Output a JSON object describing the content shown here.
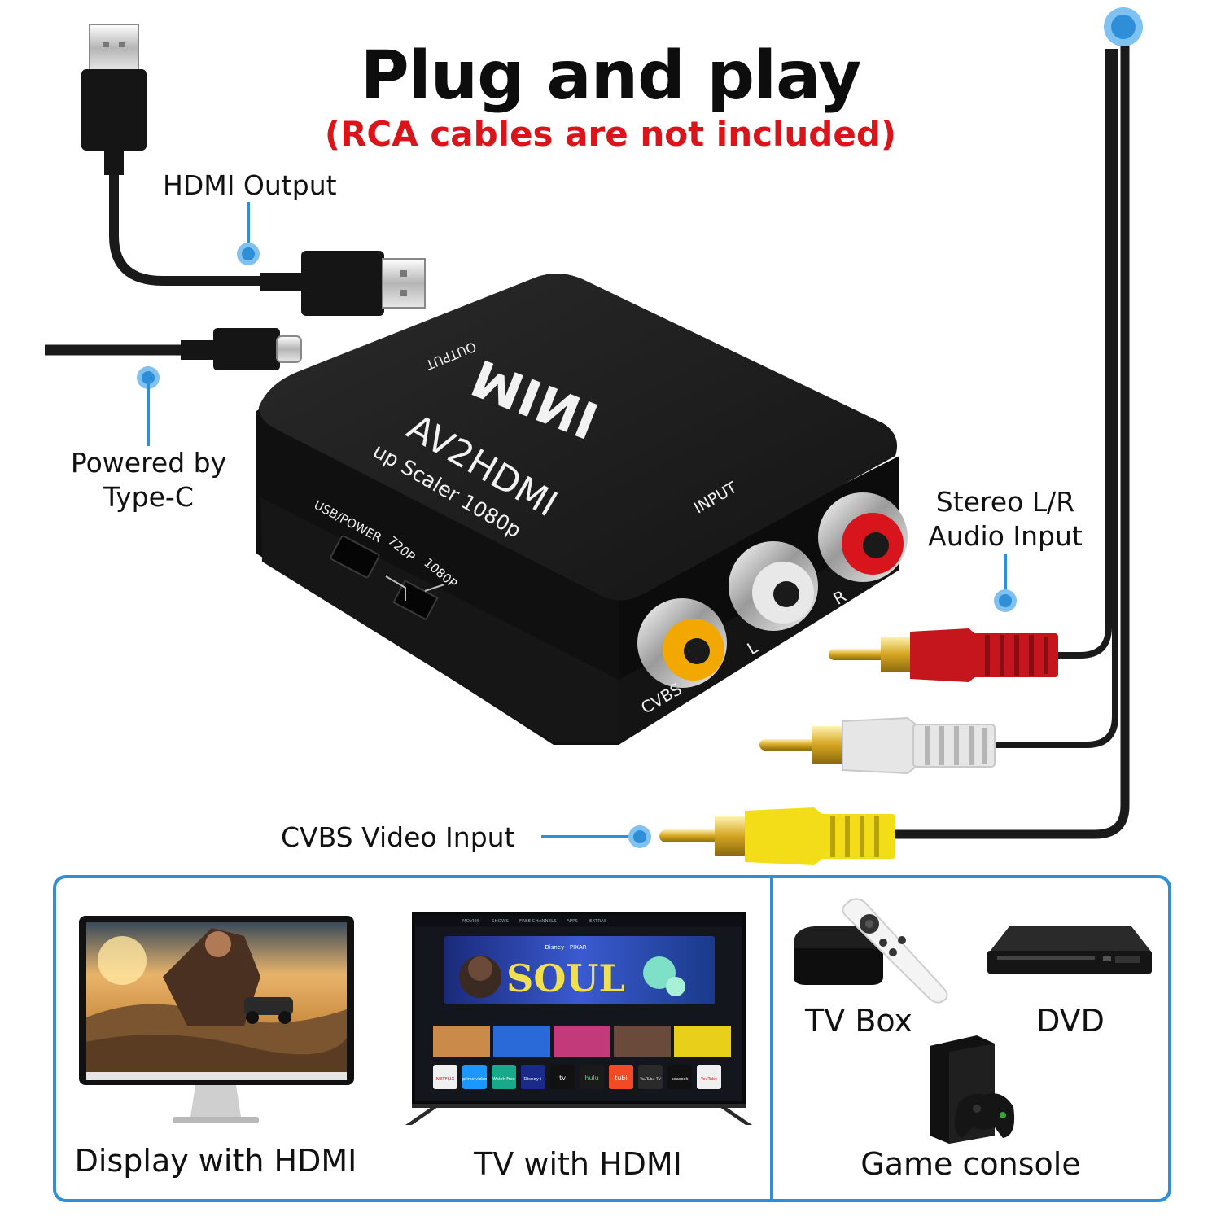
{
  "title": "Plug and play",
  "subtitle": "(RCA cables are not included)",
  "colors": {
    "accent_blue": "#2e8fd8",
    "subtitle_red": "#d9141b",
    "rca_red": "#c4161c",
    "rca_white": "#e6e6e6",
    "rca_yellow": "#f2dd18",
    "adapter_black": "#1b1b1b"
  },
  "callouts": {
    "hdmi_output": "HDMI Output",
    "powered_by_line1": "Powered by",
    "powered_by_line2": "Type-C",
    "stereo_line1": "Stereo L/R",
    "stereo_line2": "Audio Input",
    "cvbs_video": "CVBS Video Input"
  },
  "adapter": {
    "brand": "MINI",
    "model": "AV2HDMI",
    "tagline": "up Scaler 1080p",
    "output_label": "OUTPUT",
    "input_label": "INPUT",
    "usb_power_label": "USB/POWER",
    "switch_720": "720P",
    "switch_1080": "1080P",
    "jack_cvbs": "CVBS",
    "jack_l": "L",
    "jack_r": "R"
  },
  "devices": {
    "display_label": "Display with HDMI",
    "tv_label": "TV with HDMI",
    "tvbox_label": "TV Box",
    "dvd_label": "DVD",
    "console_label": "Game console"
  },
  "tv_screen": {
    "nav": [
      "MOVIES",
      "SHOWS",
      "FREE CHANNELS",
      "APPS",
      "EXTRAS"
    ],
    "banner_small": "Disney · PIXAR",
    "banner_title": "SOUL",
    "apps": [
      "NETFLIX",
      "prime video",
      "Watch Free",
      "Disney+",
      "tv",
      "hulu",
      "tubi",
      "YouTube TV",
      "peacock",
      "YouTube"
    ]
  }
}
